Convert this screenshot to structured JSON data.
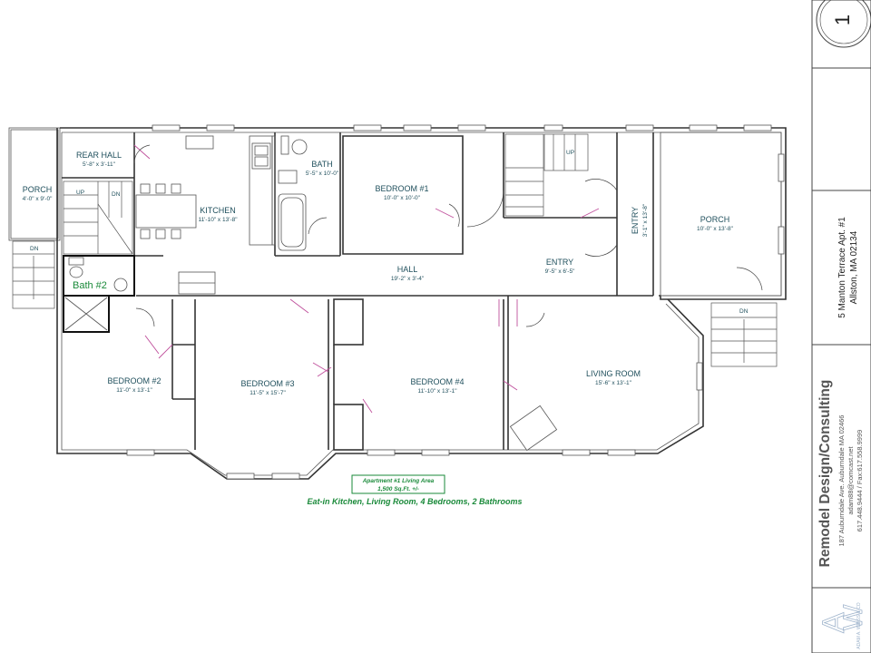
{
  "sheet": {
    "number": "1"
  },
  "address": {
    "line1": "5 Manton Terrace Apt. #1",
    "line2": "Allston, MA 02134"
  },
  "company": {
    "name": "Remodel Design/Consulting",
    "street": "187 Auburndale Ave. Auburndale MA 02466",
    "email": "adam88@comcast.net",
    "phone": "617.448.9444 / Fax:617.558.9999"
  },
  "logo": {
    "text": "ADAM A. WEISS & CO"
  },
  "rooms": {
    "porch_left": {
      "name": "PORCH",
      "dim": "4'-0\" x 9'-0\""
    },
    "rear_hall": {
      "name": "REAR HALL",
      "dim": "5'-8\" x 3'-11\""
    },
    "kitchen": {
      "name": "KITCHEN",
      "dim": "11'-10\" x 13'-8\""
    },
    "bath": {
      "name": "BATH",
      "dim": "5'-5\" x 10'-0\""
    },
    "bedroom1": {
      "name": "BEDROOM #1",
      "dim": "10'-0\" x 10'-0\""
    },
    "entry_vert": {
      "name": "ENTRY",
      "dim": "3'-1\" x 13'-8\""
    },
    "porch_right": {
      "name": "PORCH",
      "dim": "10'-0\" x 13'-8\""
    },
    "hall": {
      "name": "HALL",
      "dim": "19'-2\" x 3'-4\""
    },
    "entry": {
      "name": "ENTRY",
      "dim": "9'-5\" x 6'-5\""
    },
    "bath2": {
      "name": "Bath #2"
    },
    "bedroom2": {
      "name": "BEDROOM #2",
      "dim": "11'-0\" x 13'-1\""
    },
    "bedroom3": {
      "name": "BEDROOM #3",
      "dim": "11'-5\" x 15'-7\""
    },
    "bedroom4": {
      "name": "BEDROOM #4",
      "dim": "11'-10\" x 13'-1\""
    },
    "living": {
      "name": "LIVING ROOM",
      "dim": "15'-6\" x 13'-1\""
    }
  },
  "stairs": {
    "up": "UP",
    "dn": "DN"
  },
  "summary": {
    "area_title": "Apartment #1 Living Area",
    "area_value": "1,500 Sq.Ft. +/-",
    "description": "Eat-in Kitchen, Living Room, 4 Bedrooms, 2 Bathrooms"
  }
}
